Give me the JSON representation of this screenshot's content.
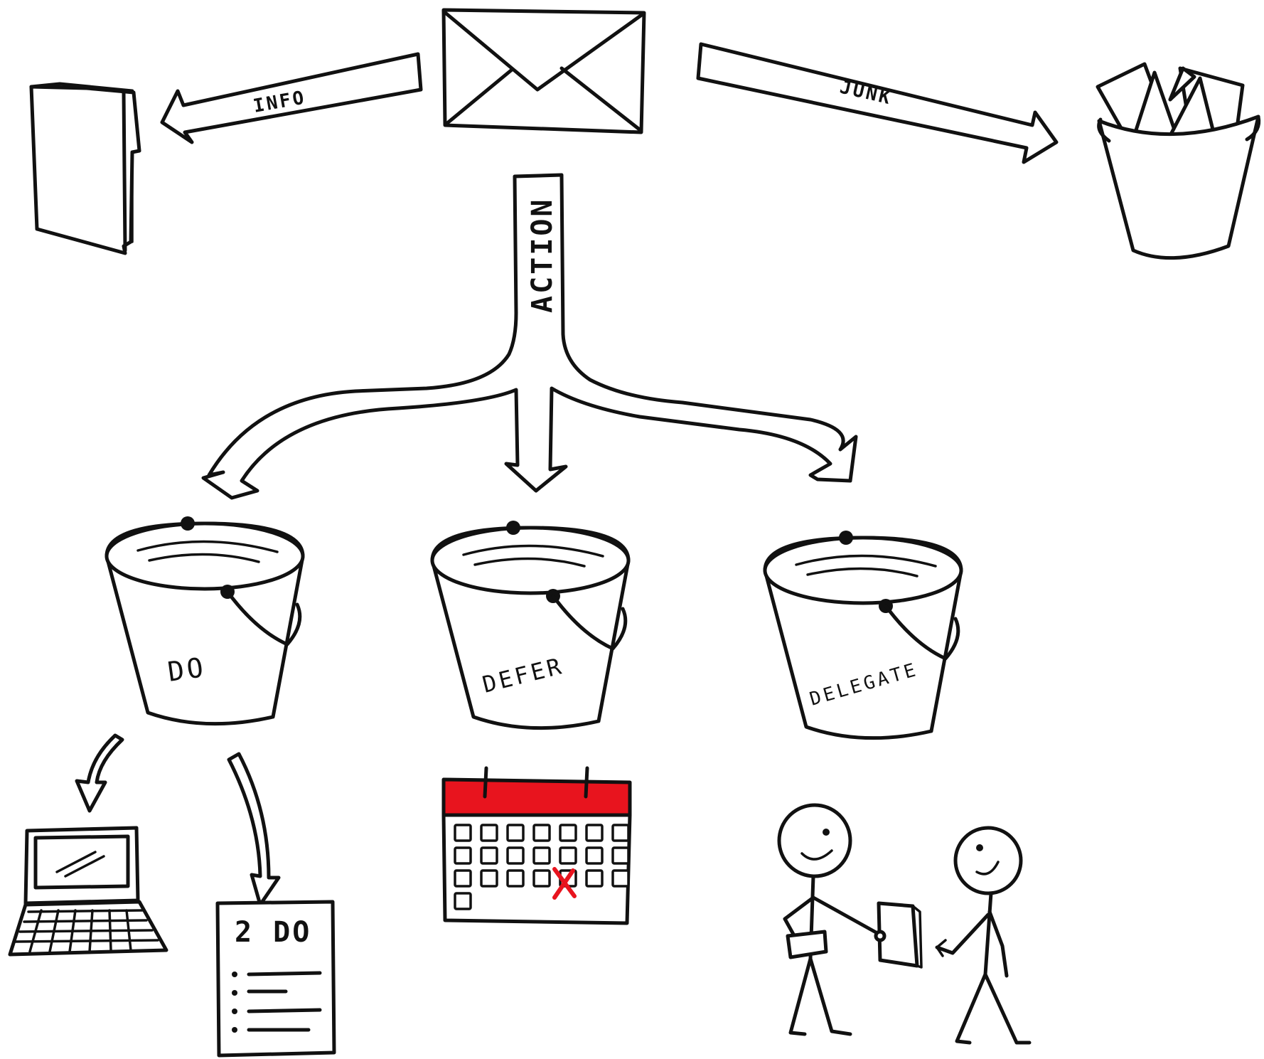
{
  "arrows": {
    "info": "INFO",
    "junk": "JUNK",
    "action": "ACTION"
  },
  "buckets": [
    {
      "label": "DO"
    },
    {
      "label": "DEFER"
    },
    {
      "label": "DELEGATE"
    }
  ],
  "todo": {
    "title": "2 DO"
  },
  "colors": {
    "ink": "#111111",
    "calendar_header": "#e8141e",
    "calendar_mark": "#e8141e"
  }
}
